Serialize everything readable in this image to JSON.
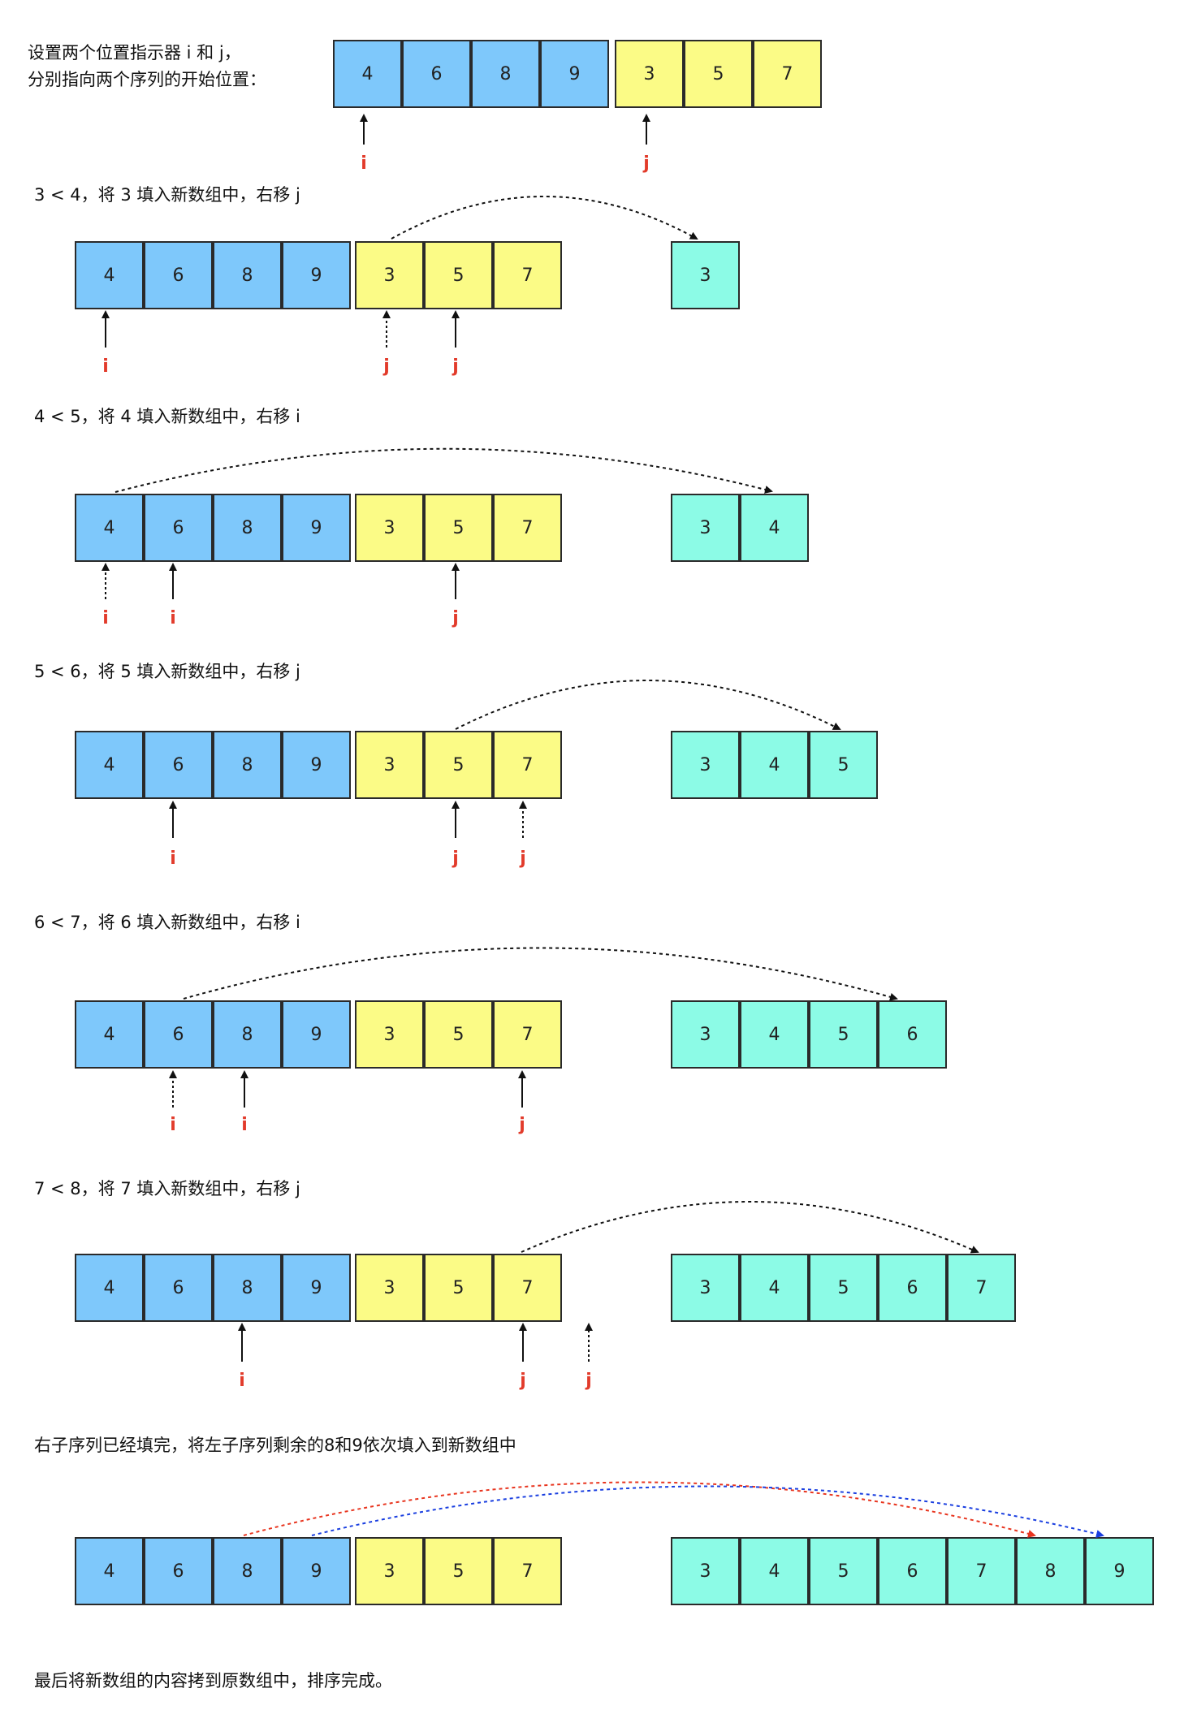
{
  "intro": {
    "line1": "设置两个位置指示器 i 和 j，",
    "line2": "分别指向两个序列的开始位置："
  },
  "pointer_labels": {
    "i": "i",
    "j": "j"
  },
  "colors": {
    "left_sequence": "#7ec8fb",
    "right_sequence": "#fbfb86",
    "merged_array": "#8cfbe6",
    "pointer_label": "#e23b2b",
    "arrow_default": "#111111",
    "arrow_8": "#e8351f",
    "arrow_9": "#1a3fe0"
  },
  "left_sequence": [
    "4",
    "6",
    "8",
    "9"
  ],
  "right_sequence": [
    "3",
    "5",
    "7"
  ],
  "steps": [
    {
      "caption": "3 < 4，将 3 填入新数组中，右移 j",
      "merged": [
        "3"
      ]
    },
    {
      "caption": "4 < 5，将 4 填入新数组中，右移 i",
      "merged": [
        "3",
        "4"
      ]
    },
    {
      "caption": "5 < 6，将 5 填入新数组中，右移 j",
      "merged": [
        "3",
        "4",
        "5"
      ]
    },
    {
      "caption": "6 < 7，将 6 填入新数组中，右移 i",
      "merged": [
        "3",
        "4",
        "5",
        "6"
      ]
    },
    {
      "caption": "7 < 8，将 7 填入新数组中，右移 j",
      "merged": [
        "3",
        "4",
        "5",
        "6",
        "7"
      ]
    },
    {
      "caption": "右子序列已经填完，将左子序列剩余的8和9依次填入到新数组中",
      "merged": [
        "3",
        "4",
        "5",
        "6",
        "7",
        "8",
        "9"
      ]
    }
  ],
  "final_note": "最后将新数组的内容拷到原数组中，排序完成。"
}
